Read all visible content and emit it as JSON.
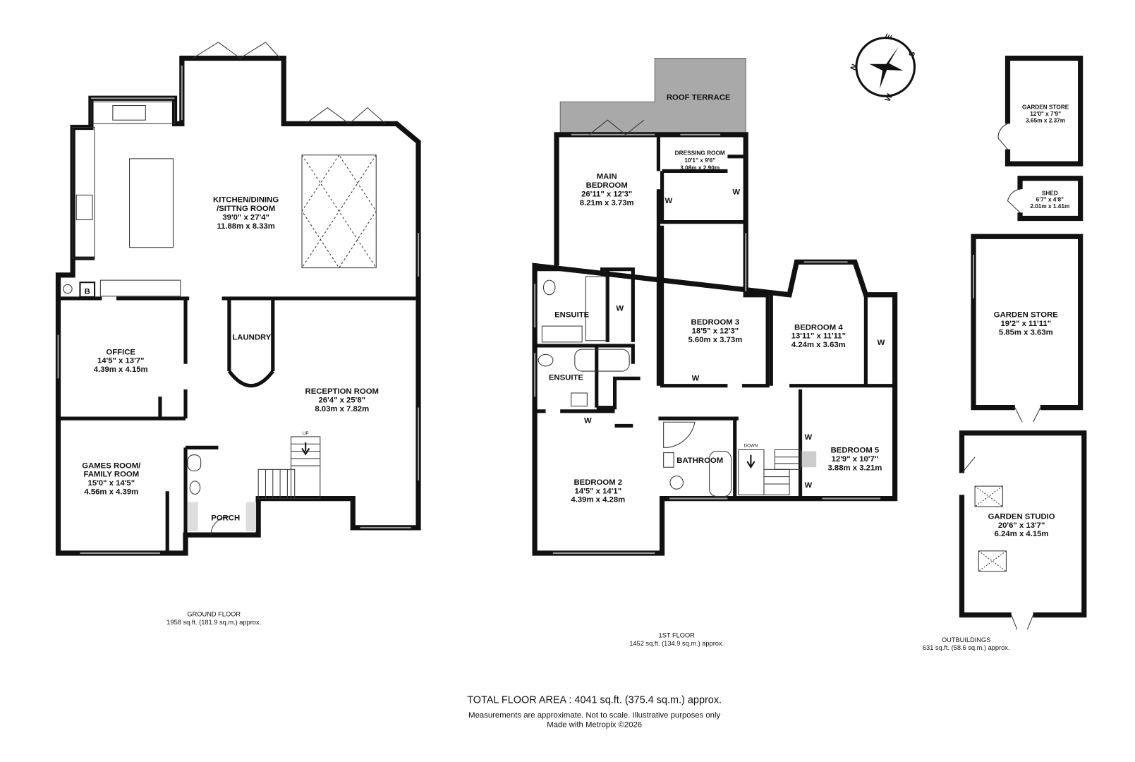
{
  "ground_floor": {
    "label": "GROUND FLOOR",
    "area": "1958 sq.ft. (181.9 sq.m.) approx.",
    "rooms": {
      "kitchen": {
        "name1": "KITCHEN/DINING",
        "name2": "/SITTNG ROOM",
        "imperial": "39'0\"  x 27'4\"",
        "metric": "11.88m  x 8.33m"
      },
      "office": {
        "name1": "OFFICE",
        "imperial": "14'5\"  x 13'7\"",
        "metric": "4.39m  x 4.15m"
      },
      "laundry": {
        "name1": "LAUNDRY"
      },
      "reception": {
        "name1": "RECEPTION ROOM",
        "imperial": "26'4\"  x 25'8\"",
        "metric": "8.03m  x 7.82m"
      },
      "games": {
        "name1": "GAMES ROOM/",
        "name2": "FAMILY ROOM",
        "imperial": "15'0\"  x 14'5\"",
        "metric": "4.56m  x 4.39m"
      },
      "porch": {
        "name1": "PORCH"
      }
    },
    "boiler_label": "B",
    "stairs_label": "UP"
  },
  "first_floor": {
    "label": "1ST FLOOR",
    "area": "1452 sq.ft. (134.9 sq.m.) approx.",
    "rooms": {
      "roof_terrace": {
        "name1": "ROOF TERRACE"
      },
      "dressing": {
        "name1": "DRESSING ROOM",
        "imperial": "10'1\"  x 9'6\"",
        "metric": "3.08m  x 2.90m"
      },
      "main_bedroom": {
        "name1": "MAIN",
        "name2": "BEDROOM",
        "imperial": "26'11\"  x 12'3\"",
        "metric": "8.21m  x 3.73m"
      },
      "ensuite1": {
        "name1": "ENSUITE"
      },
      "ensuite2": {
        "name1": "ENSUITE"
      },
      "bedroom3": {
        "name1": "BEDROOM 3",
        "imperial": "18'5\"  x 12'3\"",
        "metric": "5.60m  x 3.73m"
      },
      "bedroom4": {
        "name1": "BEDROOM 4",
        "imperial": "13'11\"  x 11'11\"",
        "metric": "4.24m  x 3.63m"
      },
      "bedroom5": {
        "name1": "BEDROOM 5",
        "imperial": "12'9\"  x 10'7\"",
        "metric": "3.88m  x 3.21m"
      },
      "bedroom2": {
        "name1": "BEDROOM 2",
        "imperial": "14'5\"  x 14'1\"",
        "metric": "4.39m  x 4.28m"
      },
      "bathroom": {
        "name1": "BATHROOM"
      }
    },
    "wardrobe_label": "W",
    "stairs_label": "DOWN"
  },
  "outbuildings": {
    "label": "OUTBUILDINGS",
    "area": "631 sq.ft. (58.6 sq.m.) approx.",
    "rooms": {
      "garden_store_small": {
        "name1": "GARDEN STORE",
        "imperial": "12'0\"  x 7'9\"",
        "metric": "3.65m  x 2.37m"
      },
      "shed": {
        "name1": "SHED",
        "imperial": "6'7\"  x 4'8\"",
        "metric": "2.01m  x 1.41m"
      },
      "garden_store": {
        "name1": "GARDEN STORE",
        "imperial": "19'2\"  x 11'11\"",
        "metric": "5.85m  x 3.63m"
      },
      "garden_studio": {
        "name1": "GARDEN STUDIO",
        "imperial": "20'6\"  x 13'7\"",
        "metric": "6.24m  x 4.15m"
      }
    }
  },
  "compass": {
    "icon": "compass-rose-icon",
    "n": "N",
    "e": "E",
    "s": "S",
    "w": "W"
  },
  "footer": {
    "total": "TOTAL FLOOR AREA : 4041 sq.ft. (375.4 sq.m.) approx.",
    "disclaimer": "Measurements are approximate.  Not to scale.  Illustrative purposes only",
    "credit": "Made with Metropix ©2026"
  },
  "colors": {
    "walls": "#111111",
    "roof_terrace": "#a9a9a9"
  }
}
